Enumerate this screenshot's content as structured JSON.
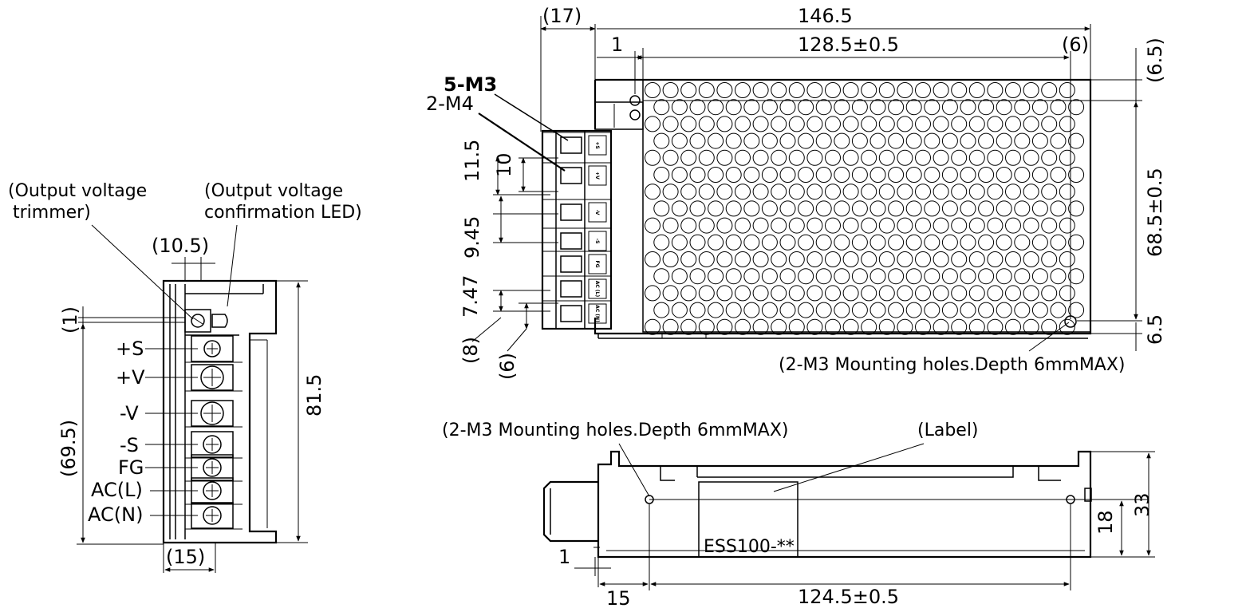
{
  "left_view": {
    "note_trimmer": [
      "(Output voltage",
      "trimmer)"
    ],
    "note_led": [
      "(Output voltage",
      "confirmation LED)"
    ],
    "dim_top": "(10.5)",
    "dim_1": "(1)",
    "dim_695": "(69.5)",
    "dim_815": "81.5",
    "dim_15": "(15)",
    "terminals": [
      "+S",
      "+V",
      "-V",
      "-S",
      "FG",
      "AC(L)",
      "AC(N)"
    ]
  },
  "top_view": {
    "dim_17": "(17)",
    "dim_1465": "146.5",
    "dim_1": "1",
    "dim_1285": "128.5±0.5",
    "dim_6_top": "(6)",
    "dim_65_top": "(6.5)",
    "dim_685": "68.5±0.5",
    "dim_65": "6.5",
    "label_5m3": "5-M3",
    "label_2m4": "2-M4",
    "dim_115": "11.5",
    "dim_10": "10",
    "dim_945": "9.45",
    "dim_747": "7.47",
    "dim_8": "(8)",
    "dim_6": "(6)",
    "terminal_tags": [
      "+S",
      "+V",
      "-V",
      "-S",
      "FG",
      "AC (L)",
      "AC (N)"
    ],
    "note_mounting": "(2-M3 Mounting holes.Depth 6mmMAX)"
  },
  "side_view": {
    "note_mounting": "(2-M3 Mounting holes.Depth 6mmMAX)",
    "note_label": "(Label)",
    "model": "ESS100-**",
    "dim_33": "33",
    "dim_18": "18",
    "dim_1": "1",
    "dim_15": "15",
    "dim_1245": "124.5±0.5"
  }
}
